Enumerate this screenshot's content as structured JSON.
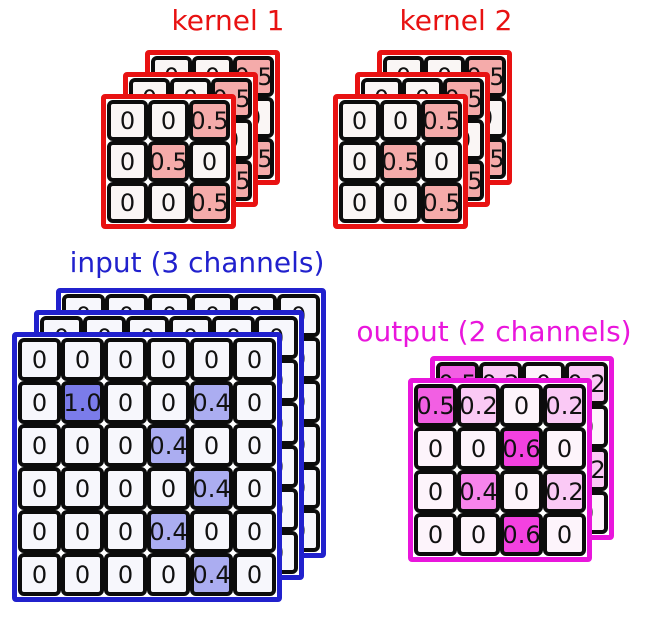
{
  "diagram": {
    "description": "2D convolution with multiple channels: two kernels applied to a 3-channel input producing a 2-channel output"
  },
  "panels": [
    {
      "id": "kernel1",
      "title": "kernel 1",
      "accent": "#e81212",
      "cell_base": "#faf6f5",
      "value_colors": {
        "0.5": "#f5abaa"
      },
      "layers": 3,
      "grid_size": "3x3",
      "rows": [
        [
          "0",
          "0",
          "0.5"
        ],
        [
          "0",
          "0.5",
          "0"
        ],
        [
          "0",
          "0",
          "0.5"
        ]
      ]
    },
    {
      "id": "kernel2",
      "title": "kernel 2",
      "accent": "#e81212",
      "cell_base": "#faf6f5",
      "value_colors": {
        "0.5": "#f5abaa"
      },
      "layers": 3,
      "grid_size": "3x3",
      "rows": [
        [
          "0",
          "0",
          "0.5"
        ],
        [
          "0",
          "0.5",
          "0"
        ],
        [
          "0",
          "0",
          "0.5"
        ]
      ]
    },
    {
      "id": "input",
      "title": "input (3 channels)",
      "accent": "#2121cd",
      "cell_base": "#f7f7fc",
      "value_colors": {
        "1.0": "#7b7cea",
        "0.4": "#abadf1"
      },
      "layers": 3,
      "grid_size": "6x6",
      "rows": [
        [
          "0",
          "0",
          "0",
          "0",
          "0",
          "0"
        ],
        [
          "0",
          "1.0",
          "0",
          "0",
          "0.4",
          "0"
        ],
        [
          "0",
          "0",
          "0",
          "0.4",
          "0",
          "0"
        ],
        [
          "0",
          "0",
          "0",
          "0",
          "0.4",
          "0"
        ],
        [
          "0",
          "0",
          "0",
          "0.4",
          "0",
          "0"
        ],
        [
          "0",
          "0",
          "0",
          "0",
          "0.4",
          "0"
        ]
      ]
    },
    {
      "id": "output",
      "title": "output (2 channels)",
      "accent": "#e916dc",
      "cell_base": "#fdf4fb",
      "value_colors": {
        "0.5": "#f25fe3",
        "0.6": "#f341e0",
        "0.4": "#f784ec",
        "0.2": "#fac9f5"
      },
      "layers": 2,
      "grid_size": "4x4",
      "rows": [
        [
          "0.5",
          "0.2",
          "0",
          "0.2"
        ],
        [
          "0",
          "0",
          "0.6",
          "0"
        ],
        [
          "0",
          "0.4",
          "0",
          "0.2"
        ],
        [
          "0",
          "0",
          "0.6",
          "0"
        ]
      ]
    }
  ]
}
